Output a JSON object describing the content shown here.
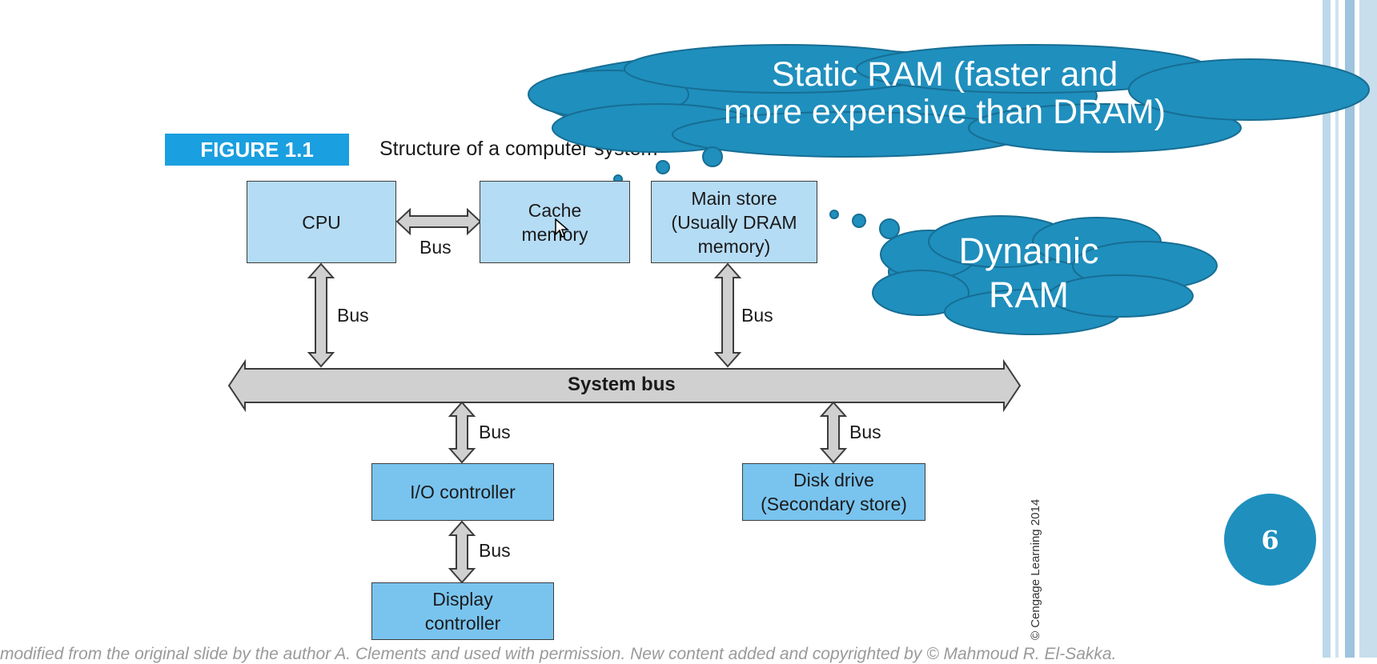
{
  "figure": {
    "badge": "FIGURE 1.1",
    "caption": "Structure of a computer system",
    "copyright": "© Cengage Learning 2014"
  },
  "boxes": {
    "cpu": "CPU",
    "cache": "Cache\nmemory",
    "main_store": "Main store\n(Usually DRAM\nmemory)",
    "io_controller": "I/O controller",
    "disk_drive": "Disk drive\n(Secondary store)",
    "display_controller": "Display\ncontroller"
  },
  "bus_labels": {
    "cpu_cache": "Bus",
    "cpu_system": "Bus",
    "main_system": "Bus",
    "io_system": "Bus",
    "disk_system": "Bus",
    "io_display": "Bus"
  },
  "system_bus_label": "System bus",
  "callouts": {
    "static_ram": "Static RAM (faster and\nmore expensive than DRAM)",
    "dynamic_ram": "Dynamic\nRAM"
  },
  "page_number": "6",
  "footer": "modified from the original slide by the author A. Clements and used with permission. New content added and copyrighted by © Mahmoud R. El-Sakka.",
  "colors": {
    "box_light": "#b5dcf5",
    "box_dark": "#79c4ef",
    "badge": "#1a9fe0",
    "cloud": "#1f8fbd",
    "bus": "#d0d0d0"
  }
}
